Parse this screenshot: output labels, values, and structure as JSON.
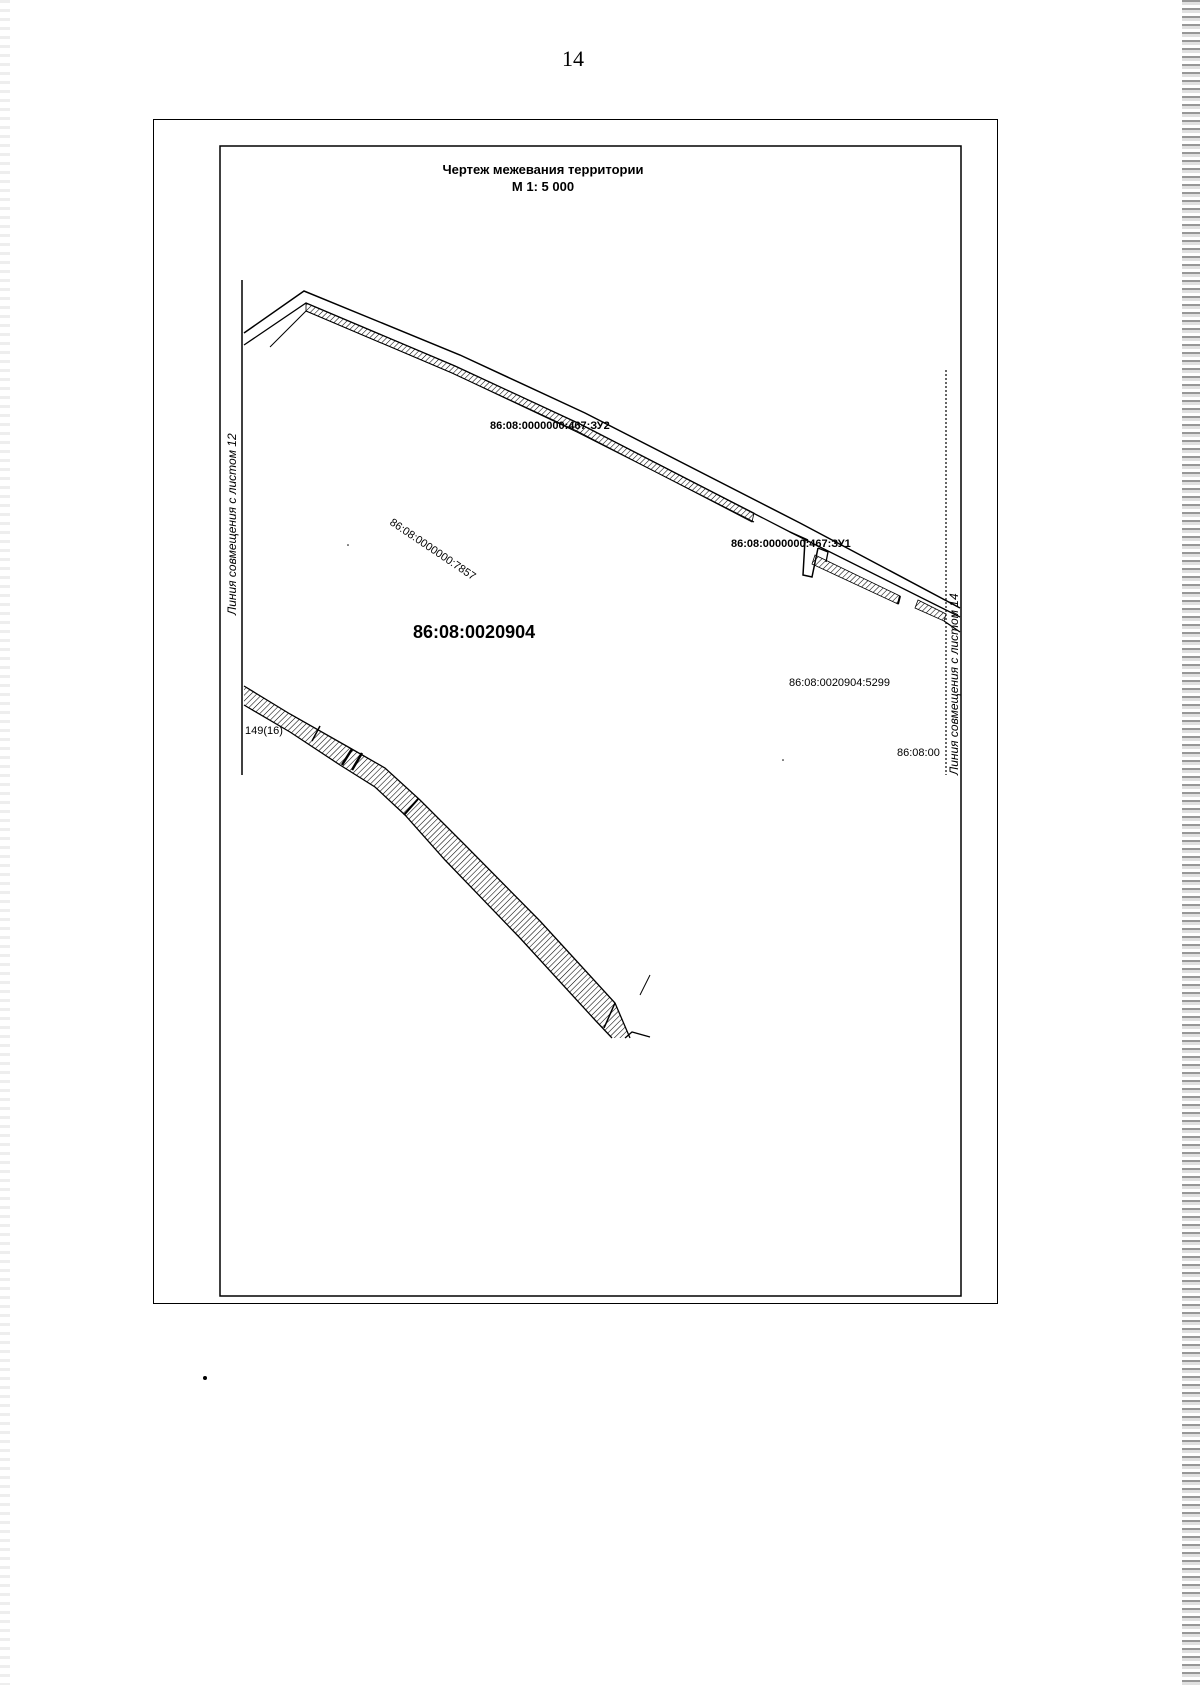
{
  "page": {
    "number": "14"
  },
  "map": {
    "title": "Чертеж межевания территории",
    "scale": "М 1: 5 000",
    "block_number": "86:08:0020904",
    "match_line_left": "Линия совмещения с листом 12",
    "match_line_right": "Линия совмещения с листом 14",
    "parcel_labels": {
      "zu2": "86:08:0000000:467:ЗУ2",
      "zu1": "86:08:0000000:467:ЗУ1",
      "parcel_7857": "86:08:0000000:7857",
      "parcel_5299": "86:08:0020904:5299",
      "parcel_right_cut": "86:08:00",
      "point_149": "149(16)"
    },
    "colors": {
      "line": "#000000",
      "hatch": "#000000",
      "background": "#ffffff"
    }
  }
}
